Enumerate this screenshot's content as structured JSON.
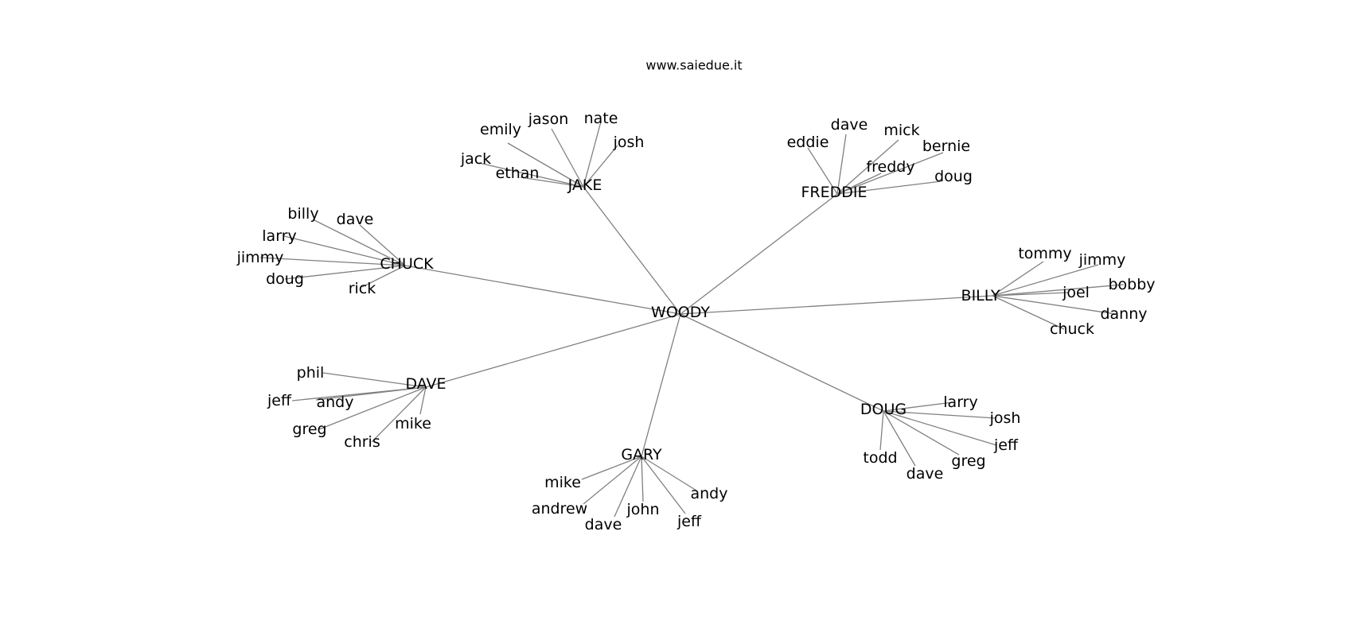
{
  "title": "www.saiedue.it",
  "graph": {
    "root": "WOODY",
    "groups": [
      {
        "hub": "JAKE",
        "leaves": [
          "emily",
          "jason",
          "nate",
          "josh",
          "jack",
          "ethan"
        ]
      },
      {
        "hub": "FREDDIE",
        "leaves": [
          "eddie",
          "dave",
          "mick",
          "bernie",
          "freddy",
          "doug"
        ]
      },
      {
        "hub": "CHUCK",
        "leaves": [
          "billy",
          "dave",
          "larry",
          "jimmy",
          "doug",
          "rick"
        ]
      },
      {
        "hub": "BILLY",
        "leaves": [
          "tommy",
          "jimmy",
          "joel",
          "bobby",
          "danny",
          "chuck"
        ]
      },
      {
        "hub": "DAVE",
        "leaves": [
          "phil",
          "jeff",
          "andy",
          "greg",
          "chris",
          "mike"
        ]
      },
      {
        "hub": "DOUG",
        "leaves": [
          "larry",
          "josh",
          "jeff",
          "greg",
          "dave",
          "todd"
        ]
      },
      {
        "hub": "GARY",
        "leaves": [
          "mike",
          "andrew",
          "dave",
          "john",
          "jeff",
          "andy"
        ]
      }
    ]
  }
}
